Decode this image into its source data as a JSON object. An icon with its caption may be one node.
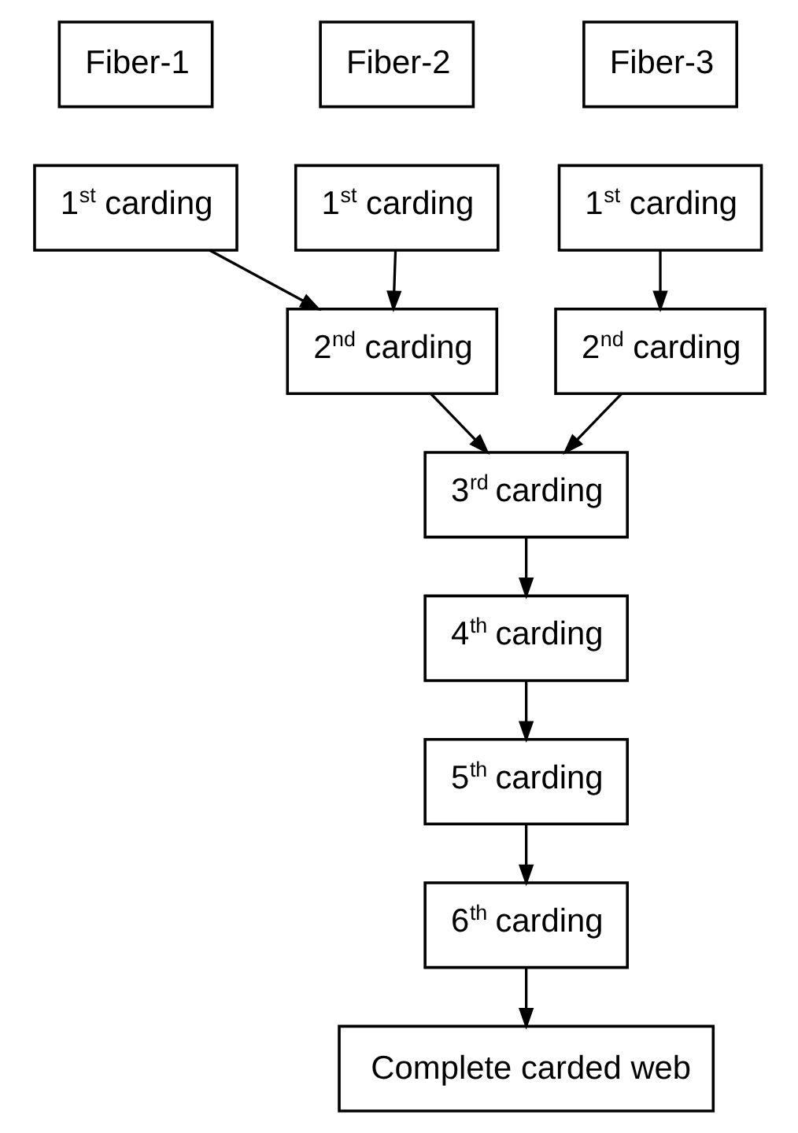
{
  "diagram": {
    "nodes": [
      {
        "text": [
          "Fiber-1"
        ]
      },
      {
        "text": [
          "Fiber-2"
        ]
      },
      {
        "text": [
          "Fiber-3"
        ]
      },
      {
        "text": [
          "1$^{st}$ carding"
        ]
      },
      {
        "text": [
          "1$^{st}$ carding"
        ]
      },
      {
        "text": [
          "1$^{st}$ carding"
        ]
      },
      {
        "text": [
          "2$^{nd}$ carding"
        ]
      },
      {
        "text": [
          "2$^{nd}$ carding"
        ]
      },
      {
        "text": [
          "3$^{rd}$ carding"
        ]
      },
      {
        "text": [
          "4$^{th}$ carding"
        ]
      },
      {
        "text": [
          "5$^{th}$ carding"
        ]
      },
      {
        "text": [
          "6$^{th}$ carding"
        ]
      },
      {
        "text": [
          "Complete carded web"
        ]
      }
    ],
    "edges": [
      {
        "from": 3,
        "to": 6,
        "arrow": "to"
      },
      {
        "from": 4,
        "to": 6,
        "arrow": "to"
      },
      {
        "from": 5,
        "to": 7,
        "arrow": "to"
      },
      {
        "from": 6,
        "to": 8,
        "arrow": "to"
      },
      {
        "from": 7,
        "to": 8,
        "arrow": "to"
      },
      {
        "from": 8,
        "to": 9,
        "arrow": "to"
      },
      {
        "from": 9,
        "to": 10,
        "arrow": "to"
      },
      {
        "from": 10,
        "to": 11,
        "arrow": "to"
      },
      {
        "from": 11,
        "to": 12,
        "arrow": "to"
      }
    ]
  }
}
